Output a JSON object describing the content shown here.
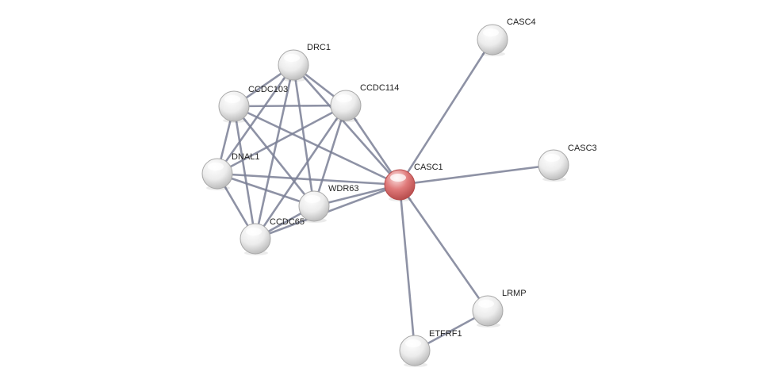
{
  "network": {
    "colors": {
      "edge": "#7a7f95",
      "node_fill": "#ececec",
      "node_stroke": "#a8a8a8",
      "query_fill": "#e07a7a",
      "query_stroke": "#b54a4a"
    },
    "nodes": [
      {
        "id": "CASC1",
        "label": "CASC1",
        "query": true
      },
      {
        "id": "CASC4",
        "label": "CASC4"
      },
      {
        "id": "CASC3",
        "label": "CASC3"
      },
      {
        "id": "LRMP",
        "label": "LRMP"
      },
      {
        "id": "ETFRF1",
        "label": "ETFRF1"
      },
      {
        "id": "DRC1",
        "label": "DRC1"
      },
      {
        "id": "CCDC103",
        "label": "CCDC103"
      },
      {
        "id": "CCDC114",
        "label": "CCDC114"
      },
      {
        "id": "DNAL1",
        "label": "DNAL1"
      },
      {
        "id": "WDR63",
        "label": "WDR63"
      },
      {
        "id": "CCDC65",
        "label": "CCDC65"
      }
    ],
    "edges": [
      {
        "source": "CASC1",
        "target": "CASC4"
      },
      {
        "source": "CASC1",
        "target": "CASC3"
      },
      {
        "source": "CASC1",
        "target": "LRMP"
      },
      {
        "source": "CASC1",
        "target": "ETFRF1"
      },
      {
        "source": "LRMP",
        "target": "ETFRF1"
      },
      {
        "source": "CASC1",
        "target": "CCDC114"
      },
      {
        "source": "CASC1",
        "target": "CCDC103"
      },
      {
        "source": "CASC1",
        "target": "DNAL1"
      },
      {
        "source": "CASC1",
        "target": "WDR63"
      },
      {
        "source": "CASC1",
        "target": "CCDC65"
      },
      {
        "source": "CASC1",
        "target": "DRC1"
      },
      {
        "source": "DRC1",
        "target": "CCDC103"
      },
      {
        "source": "DRC1",
        "target": "CCDC114"
      },
      {
        "source": "DRC1",
        "target": "DNAL1"
      },
      {
        "source": "DRC1",
        "target": "WDR63"
      },
      {
        "source": "DRC1",
        "target": "CCDC65"
      },
      {
        "source": "CCDC103",
        "target": "CCDC114"
      },
      {
        "source": "CCDC103",
        "target": "DNAL1"
      },
      {
        "source": "CCDC103",
        "target": "WDR63"
      },
      {
        "source": "CCDC103",
        "target": "CCDC65"
      },
      {
        "source": "CCDC114",
        "target": "DNAL1"
      },
      {
        "source": "CCDC114",
        "target": "WDR63"
      },
      {
        "source": "CCDC114",
        "target": "CCDC65"
      },
      {
        "source": "DNAL1",
        "target": "WDR63"
      },
      {
        "source": "DNAL1",
        "target": "CCDC65"
      },
      {
        "source": "WDR63",
        "target": "CCDC65"
      }
    ]
  }
}
